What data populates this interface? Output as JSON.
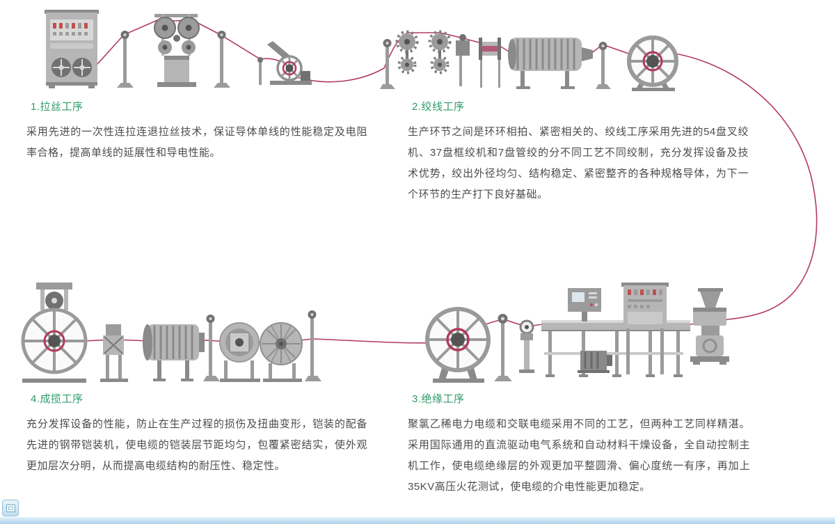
{
  "page": {
    "background": "#ffffff"
  },
  "colors": {
    "heading_green": "#2e9a68",
    "body_text": "#4c4c4c",
    "wire_red": "#b23a5c",
    "machine_gray": "#9b9b9b",
    "footer_bar_blue": "#bcdcee"
  },
  "sections": [
    {
      "key": "wire-drawing",
      "step": 1,
      "title": "1.拉丝工序",
      "body": "采用先进的一次性连拉连退拉丝技术，保证导体单线的性能稳定及电阻率合格，提高单线的延展性和导电性能。",
      "illustration": "wire-drawing-machine-line"
    },
    {
      "key": "stranding",
      "step": 2,
      "title": "2.绞线工序",
      "body": "生产环节之间是环环相拍、紧密相关的、绞线工序采用先进的54盘叉绞机、37盘框绞机和7盘管绞的分不同工艺不同绞制，充分发挥设备及技术优势，绞出外径均匀、结构稳定、紧密整齐的各种规格导体，为下一个环节的生产打下良好基础。",
      "illustration": "stranding-machine-line"
    },
    {
      "key": "insulation",
      "step": 3,
      "title": "3.绝缘工序",
      "body": "聚氯乙稀电力电缆和交联电缆采用不同的工艺，但两种工艺同样精湛。采用国际通用的直流驱动电气系统和自动材料干燥设备，全自动控制主机工作，使电缆绝缘层的外观更加平整圆滑、偏心度统一有序，再加上35KV高压火花测试，使电缆的介电性能更加稳定。",
      "illustration": "insulation-machine-line"
    },
    {
      "key": "cabling",
      "step": 4,
      "title": "4.成揽工序",
      "body": "充分发挥设备的性能，防止在生产过程的损伤及扭曲变形，铠装的配备先进的钢带铠装机，使电缆的铠装层节距均匀，包覆紧密结实，使外观更加层次分明，从而提高电缆结构的耐压性、稳定性。",
      "illustration": "armoring-machine-line"
    }
  ],
  "icons": {
    "corner_icon": "slideshow-thumbnail-icon"
  }
}
